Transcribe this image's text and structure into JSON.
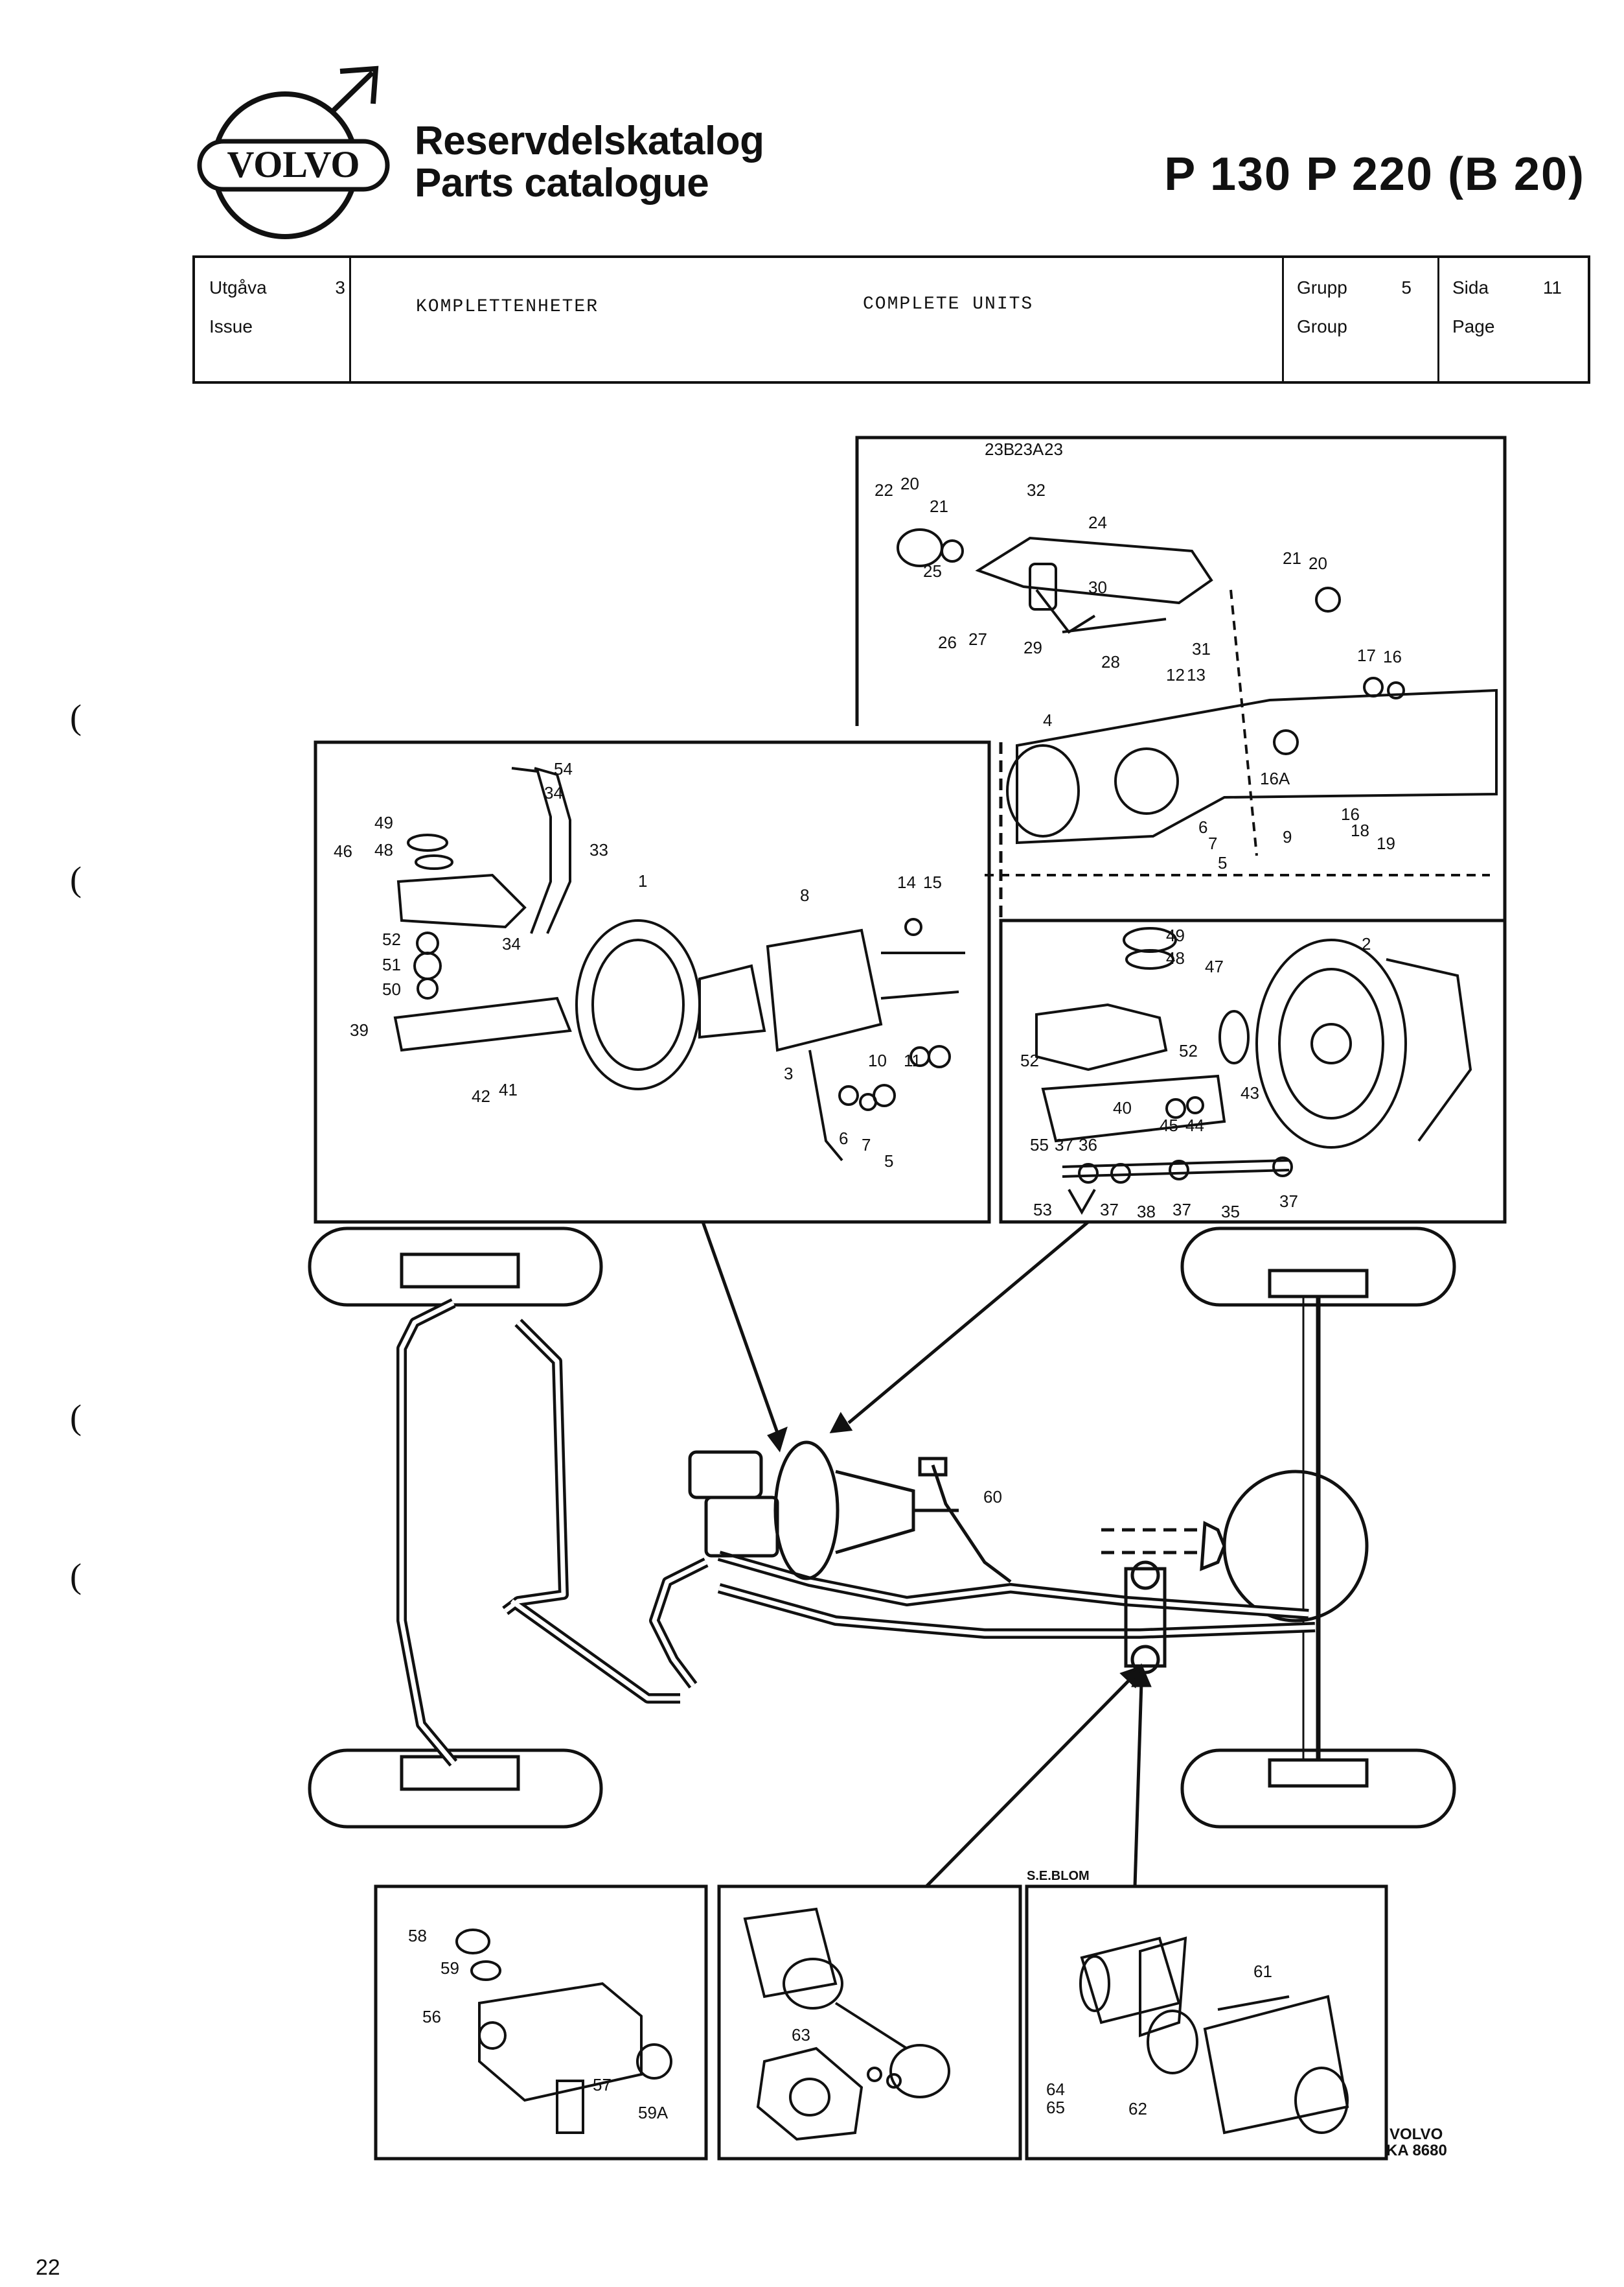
{
  "header": {
    "brand": "VOLVO",
    "title_sv": "Reservdelskatalog",
    "title_en": "Parts catalogue",
    "model": "P 130   P 220 (B 20)"
  },
  "info_table": {
    "issue_label_sv": "Utgåva",
    "issue_label_en": "Issue",
    "issue_value": "3",
    "section_sv": "KOMPLETTENHETER",
    "section_en": "COMPLETE UNITS",
    "group_label_sv": "Grupp",
    "group_label_en": "Group",
    "group_value": "5",
    "page_label_sv": "Sida",
    "page_label_en": "Page",
    "page_value": "11"
  },
  "diagram": {
    "signature": "S.E.BLOM",
    "stamp_brand": "VOLVO",
    "stamp_code": "KA 8680",
    "panel_top_right_labels": [
      "23B",
      "23A",
      "23",
      "22",
      "20",
      "32",
      "21",
      "24",
      "25",
      "30",
      "26",
      "27",
      "29",
      "28",
      "31",
      "21",
      "20",
      "17",
      "16",
      "12",
      "13",
      "4",
      "16A",
      "6",
      "7",
      "5",
      "9",
      "16",
      "18",
      "19"
    ],
    "panel_left_labels": [
      "54",
      "34",
      "49",
      "48",
      "46",
      "33",
      "1",
      "8",
      "14",
      "15",
      "52",
      "34",
      "51",
      "50",
      "39",
      "42",
      "41",
      "10",
      "11",
      "3",
      "6",
      "7",
      "5"
    ],
    "panel_right_labels": [
      "49",
      "48",
      "47",
      "2",
      "52",
      "52",
      "43",
      "40",
      "45",
      "44",
      "55",
      "37",
      "36",
      "53",
      "37",
      "38",
      "37",
      "35",
      "37"
    ],
    "panel_bottom_left_labels": [
      "58",
      "59",
      "56",
      "57",
      "59A"
    ],
    "panel_bottom_middle_labels": [
      "63"
    ],
    "panel_bottom_right_labels": [
      "64",
      "65",
      "62",
      "61"
    ],
    "main_labels": [
      "60"
    ]
  },
  "footer": {
    "page_number": "22"
  }
}
